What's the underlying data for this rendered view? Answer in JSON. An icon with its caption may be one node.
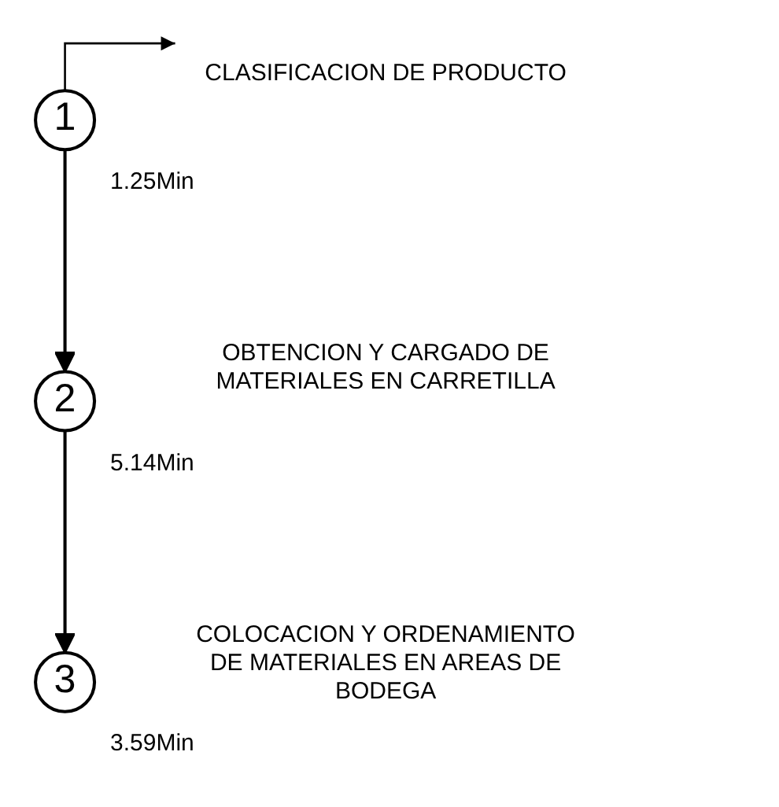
{
  "diagram": {
    "nodes": [
      {
        "text": [
          "1"
        ],
        "beside": [
          "CLASIFICACION DE PRODUCTO",
          "1.25Min"
        ]
      },
      {
        "text": [
          "2"
        ],
        "beside": [
          "OBTENCION Y CARGADO DE MATERIALES EN CARRETILLA",
          "5.14Min"
        ]
      },
      {
        "text": [
          "3"
        ],
        "beside": [
          "COLOCACION Y ORDENAMIENTO DE MATERIALES EN AREAS DE BODEGA",
          "3.59Min"
        ]
      }
    ],
    "edges": [
      {
        "from": 0,
        "to": null,
        "arrow": "to"
      },
      {
        "from": 0,
        "to": 1,
        "arrow": "to"
      },
      {
        "from": 1,
        "to": 2,
        "arrow": "to"
      }
    ]
  }
}
